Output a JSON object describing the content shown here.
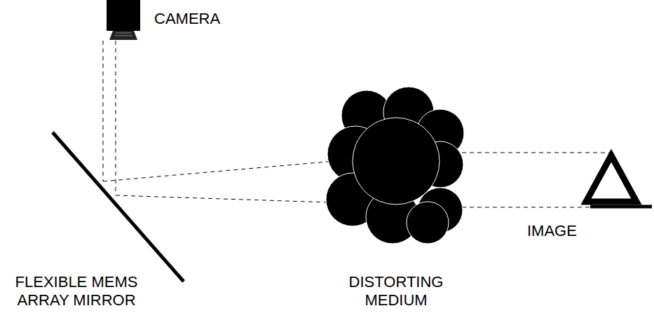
{
  "diagram": {
    "labels": [
      "CAMERA",
      "FLEXIBLE MEMS ARRAY MIRROR",
      "DISTORTING MEDIUM",
      "IMAGE"
    ]
  }
}
